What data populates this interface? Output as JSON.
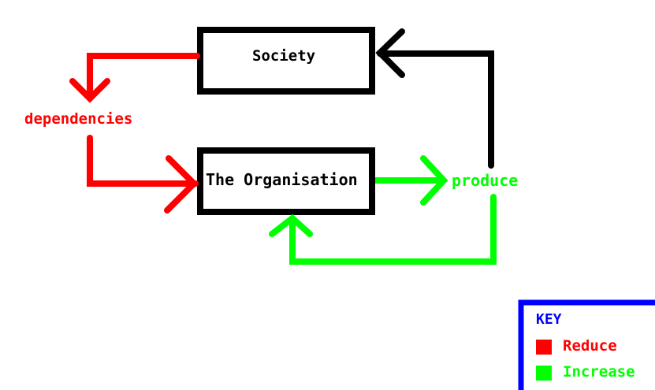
{
  "nodes": {
    "society": "Society",
    "organisation": "The Organisation",
    "dependencies": "dependencies",
    "produce": "produce"
  },
  "key": {
    "title": "KEY",
    "items": [
      {
        "label": "Reduce",
        "color": "#ff0000"
      },
      {
        "label": "Increase",
        "color": "#00ff00"
      }
    ],
    "border_color": "#0000ff"
  },
  "colors": {
    "reduce": "#ff0000",
    "increase": "#00ff00",
    "neutral": "#000000"
  }
}
